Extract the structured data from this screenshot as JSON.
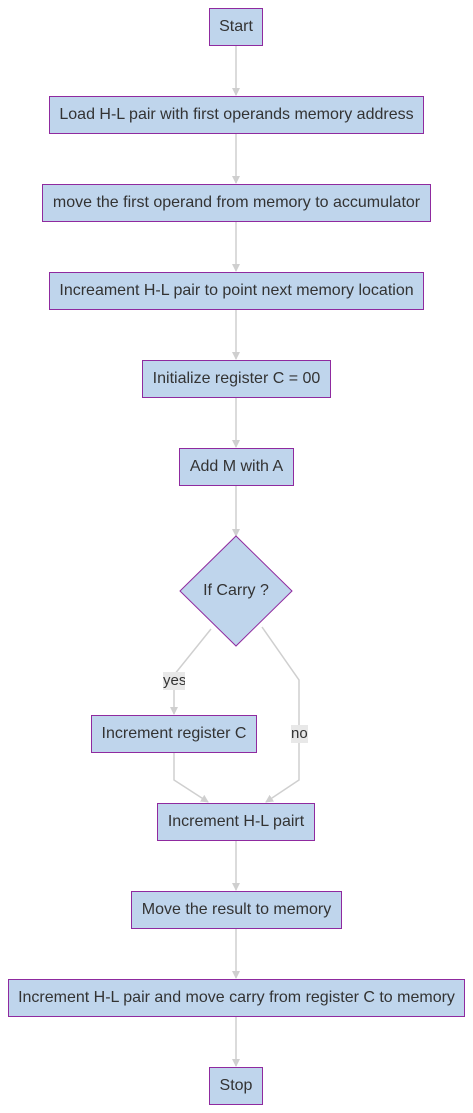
{
  "flowchart": {
    "nodes": {
      "start": "Start",
      "load_hl": "Load H-L pair with first operands memory address",
      "move_first": "move the first operand from memory to accumulator",
      "increment_hl_next": "Increament H-L pair to point next memory location",
      "init_c": "Initialize register C = 00",
      "add_m": "Add M with A",
      "if_carry": "If Carry ?",
      "inc_c": "Increment register C",
      "inc_hl": "Increment H-L pairt",
      "move_result": "Move the result to memory",
      "inc_hl_carry": "Increment H-L pair and move carry from register C to memory",
      "stop": "Stop"
    },
    "edge_labels": {
      "yes": "yes",
      "no": "no"
    }
  },
  "colors": {
    "node_fill": "#bfd5ec",
    "node_border": "#8f2a9f",
    "edge": "#cfcfcf",
    "edge_label_bg": "#e8e8e8",
    "text": "#333333"
  }
}
